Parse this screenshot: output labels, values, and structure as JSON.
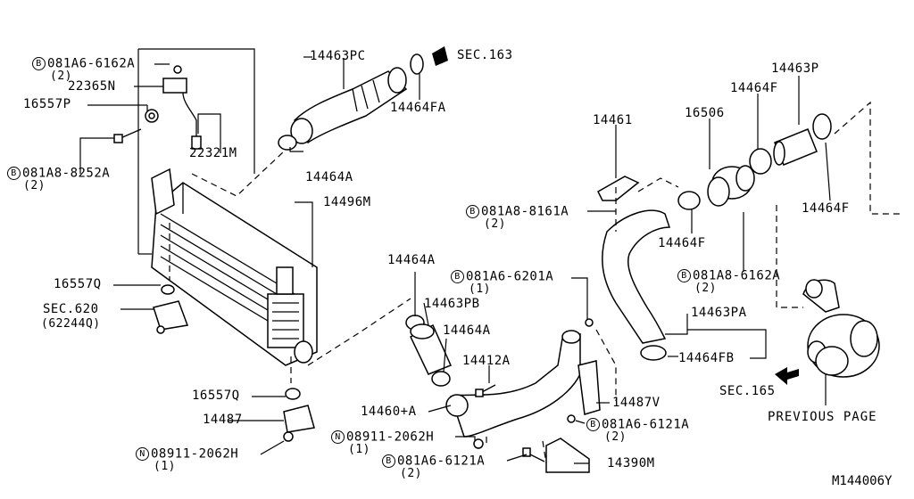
{
  "labels": {
    "b_081A6_6162A_top": "081A6-6162A",
    "b_081A6_6162A_top_qty": "(2)",
    "p22365N": "22365N",
    "p16557P": "16557P",
    "p22321M": "22321M",
    "b_081A8_8252A": "081A8-8252A",
    "b_081A8_8252A_qty": "(2)",
    "p14463PC": "14463PC",
    "sec163": "SEC.163",
    "p14464FA": "14464FA",
    "p14464A_top": "14464A",
    "p14496M": "14496M",
    "p14463P": "14463P",
    "p14464F_a": "14464F",
    "p16506": "16506",
    "p14461": "14461",
    "b_081A8_8161A": "081A8-8161A",
    "b_081A8_8161A_qty": "(2)",
    "p14464F_b": "14464F",
    "p14464F_c": "14464F",
    "b_081A8_6162A": "081A8-6162A",
    "b_081A8_6162A_qty": "(2)",
    "p14464A_mid": "14464A",
    "b_081A6_6201A": "081A6-6201A",
    "b_081A6_6201A_qty": "(1)",
    "p14463PB": "14463PB",
    "p14464A_low": "14464A",
    "p14412A": "14412A",
    "p14463PA": "14463PA",
    "p14464FB": "14464FB",
    "p16557Q_a": "16557Q",
    "sec620": "SEC.620",
    "sec620_sub": "(62244Q)",
    "p16557Q_b": "16557Q",
    "p14487": "14487",
    "n_08911_2062H_left": "08911-2062H",
    "n_08911_2062H_left_qty": "(1)",
    "p14460A": "14460+A",
    "p14487V": "14487V",
    "b_081A6_6121A_right": "081A6-6121A",
    "b_081A6_6121A_right_qty": "(2)",
    "n_08911_2062H_mid": "08911-2062H",
    "n_08911_2062H_mid_qty": "(1)",
    "b_081A6_6121A_mid": "081A6-6121A",
    "b_081A6_6121A_mid_qty": "(2)",
    "p14390M": "14390M",
    "sec165": "SEC.165",
    "previous_page": "PREVIOUS PAGE",
    "ref_id": "M144006Y"
  },
  "markers": {
    "bolt": "B",
    "nut": "N"
  },
  "icons": [
    "bolt-circle-icon",
    "nut-circle-icon",
    "section-arrow-icon"
  ]
}
